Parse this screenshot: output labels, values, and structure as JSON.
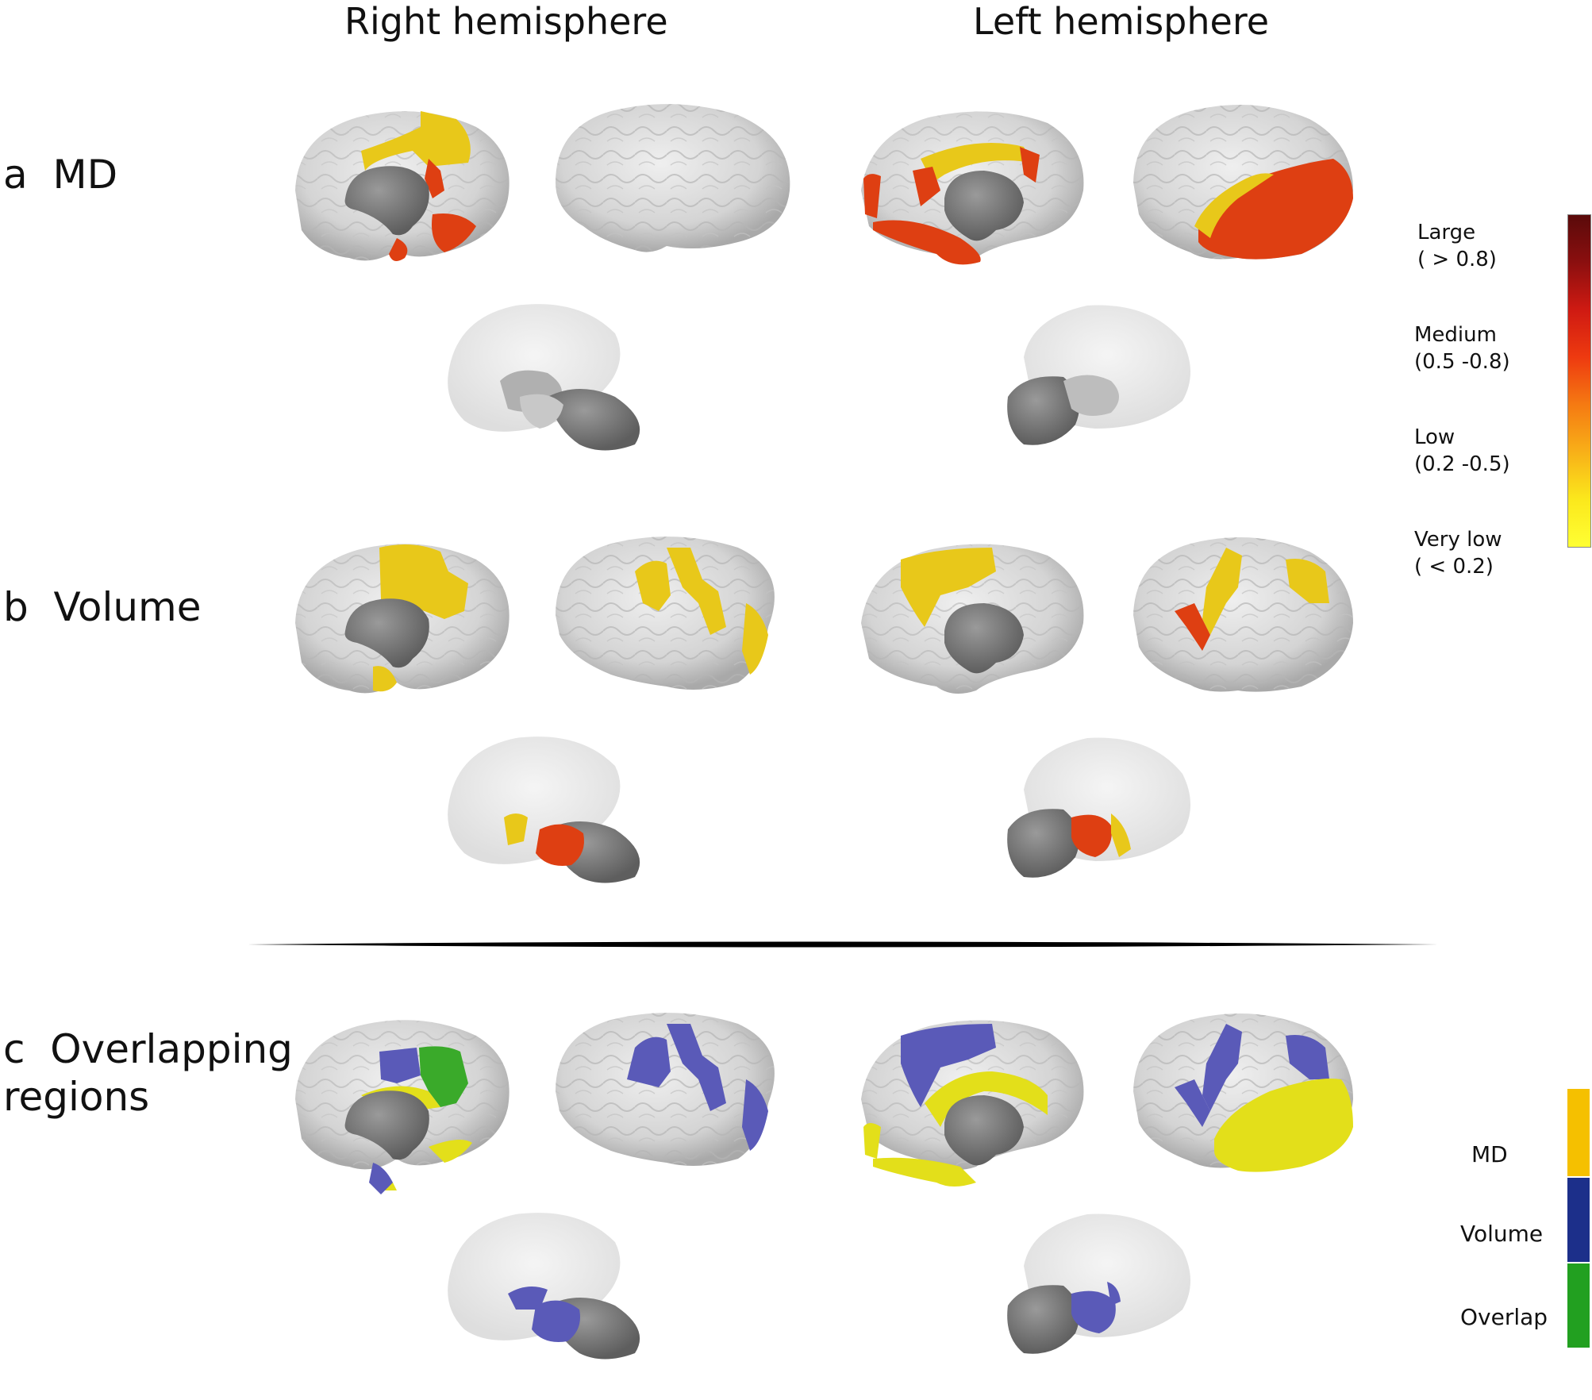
{
  "columns": {
    "right": "Right hemisphere",
    "left": "Left hemisphere"
  },
  "panels": {
    "a": {
      "letter": "a",
      "title": "MD"
    },
    "b": {
      "letter": "b",
      "title": "Volume"
    },
    "c": {
      "letter": "c",
      "title_line1": "Overlapping",
      "title_line2": "regions"
    }
  },
  "effect_legend": {
    "items": [
      {
        "label": "Large",
        "range": "( > 0.8)"
      },
      {
        "label": "Medium",
        "range": "(0.5 -0.8)"
      },
      {
        "label": "Low",
        "range": "(0.2 -0.5)"
      },
      {
        "label": "Very low",
        "range": "( < 0.2)"
      }
    ],
    "gradient_colors": [
      "#5a0a0a",
      "#8b0f0f",
      "#cf1a12",
      "#ee3a10",
      "#f57a12",
      "#f8b018",
      "#fbe81c",
      "#ffff33"
    ]
  },
  "overlap_legend": {
    "items": [
      {
        "label": "MD",
        "color": "#f5c000"
      },
      {
        "label": "Volume",
        "color": "#1c2f8a"
      },
      {
        "label": "Overlap",
        "color": "#22a020"
      }
    ]
  },
  "colors": {
    "cortex": "#d9d9d9",
    "subcortex": "#7a7a7a",
    "very_low": "#e8c81a",
    "low_medium": "#de3f12",
    "volume_blue": "#5a5ab8",
    "overlap_green": "#3aaa2a",
    "md_yellow": "#e3df1a"
  }
}
